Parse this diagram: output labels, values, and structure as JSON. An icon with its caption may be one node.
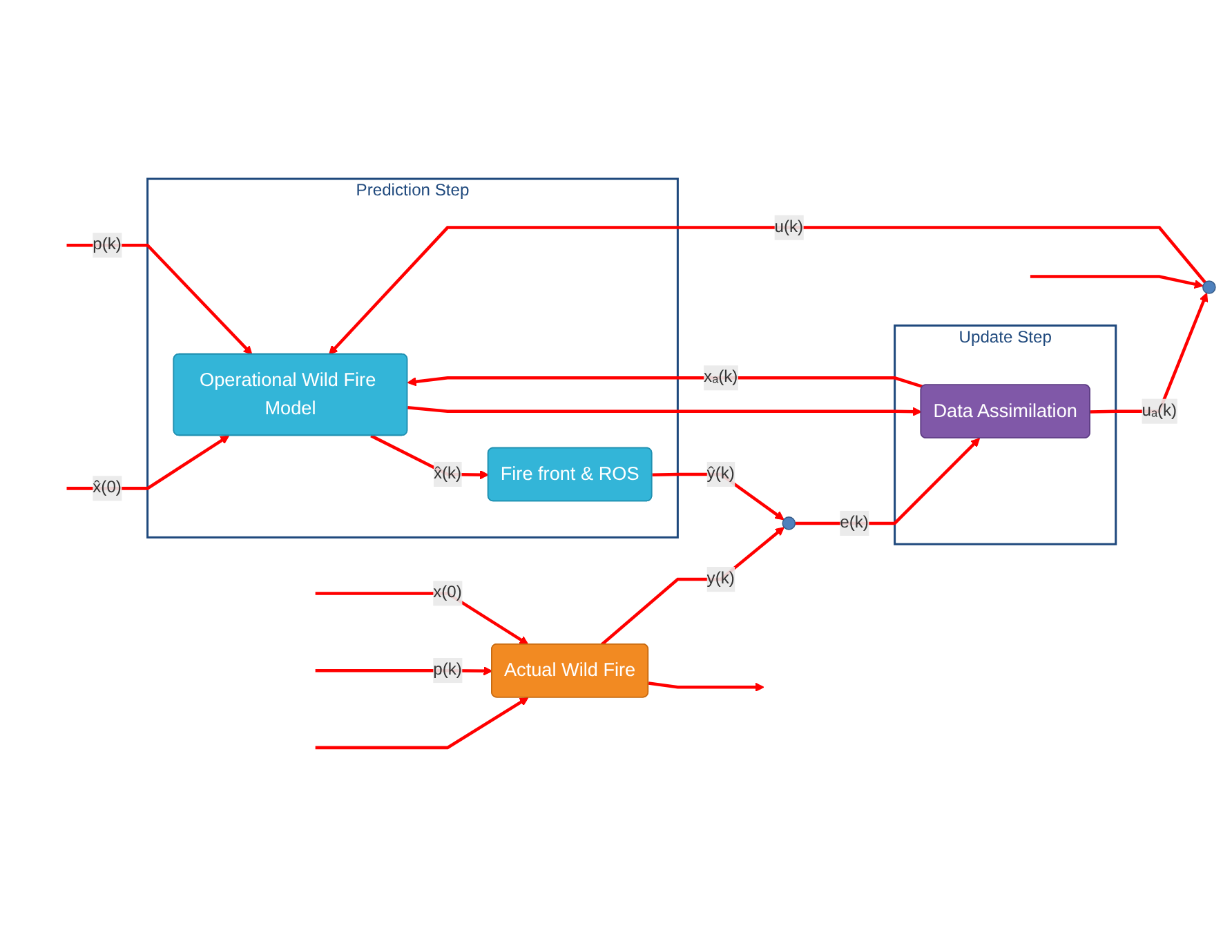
{
  "diagram": {
    "nodes": [
      {
        "text": [
          "Prediction Step"
        ]
      },
      {
        "text": [
          "Actual Wild Fire"
        ]
      },
      {
        "text": [
          "Operational Wild Fire Model"
        ],
        "in": 0
      },
      {
        "text": [
          "Fire front & ROS"
        ],
        "in": 0
      },
      {
        "text": [
          "Update Step"
        ]
      },
      {
        "text": [
          "Data Assimilation"
        ],
        "in": 4
      },
      {
        "text": [],
        "shape": "circle"
      },
      {
        "text": [],
        "shape": "circle"
      }
    ],
    "edges": [
      {
        "from": null,
        "to": 1,
        "arrow": "to",
        "label": "x(0)"
      },
      {
        "from": null,
        "to": 1,
        "arrow": "to",
        "label": "p(k)"
      },
      {
        "from": null,
        "to": 1,
        "arrow": "to"
      },
      {
        "from": null,
        "to": 6,
        "arrow": "to"
      },
      {
        "from": 1,
        "to": null,
        "arrow": "to"
      },
      {
        "from": 1,
        "to": 7,
        "arrow": "to",
        "label": "y(k)"
      },
      {
        "from": null,
        "to": 2,
        "arrow": "to",
        "label": "x̂(0)"
      },
      {
        "from": null,
        "to": 2,
        "arrow": "to",
        "label": "p(k)"
      },
      {
        "from": 6,
        "to": 2,
        "arrow": "to",
        "label": "u(k)"
      },
      {
        "from": 2,
        "to": 3,
        "arrow": "to",
        "label": "x̂(k)"
      },
      {
        "from": 2,
        "to": 5,
        "arrow": "to"
      },
      {
        "from": 3,
        "to": 7,
        "arrow": "to",
        "label": "ŷ(k)"
      },
      {
        "from": 7,
        "to": 5,
        "arrow": "to",
        "label": "e(k)"
      },
      {
        "from": 5,
        "to": 2,
        "arrow": "to",
        "label": "xₐ(k)"
      },
      {
        "from": 5,
        "to": 6,
        "arrow": "to",
        "label": "uₐ(k)"
      }
    ]
  }
}
